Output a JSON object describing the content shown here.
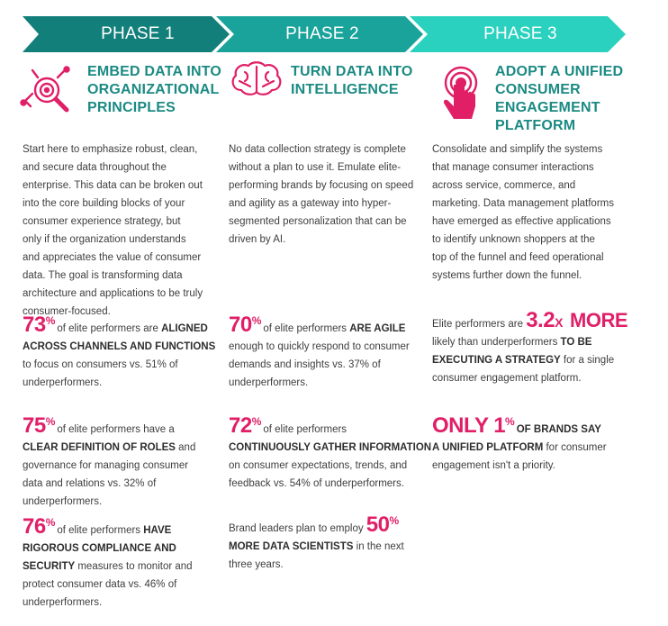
{
  "phases": [
    {
      "label": "PHASE 1",
      "color": "#137f7a"
    },
    {
      "label": "PHASE 2",
      "color": "#1aa39a"
    },
    {
      "label": "PHASE 3",
      "color": "#2ad1be"
    }
  ],
  "accent": "#e01f67",
  "title_color": "#1b8a83",
  "columns": [
    {
      "icon": "target-magnifier-icon",
      "title_lines": [
        "EMBED DATA INTO",
        "ORGANIZATIONAL",
        "PRINCIPLES"
      ],
      "body_lines": [
        "Start here to emphasize robust, clean,",
        "and secure data throughout the",
        "enterprise. This data can be broken out",
        "into the core building blocks of your",
        "consumer experience strategy, but",
        "only if the organization understands",
        "and appreciates the value of consumer",
        "data. The goal is transforming data",
        "architecture and applications to be truly",
        "consumer-focused."
      ],
      "stats": [
        {
          "big": "73",
          "pct": "%",
          "l1_text": "of elite performers are ",
          "l1_caps": "ALIGNED",
          "l2_caps": "ACROSS CHANNELS AND FUNCTIONS",
          "l3": "to focus on consumers vs. 51% of",
          "l4": "underperformers."
        },
        {
          "big": "75",
          "pct": "%",
          "l1_text": "of elite performers have a",
          "l2_caps": "CLEAR DEFINITION OF ROLES",
          "l2_text": " and",
          "l3": "governance for managing consumer",
          "l4": "data and relations vs. 32% of",
          "l5": "underperformers."
        },
        {
          "big": "76",
          "pct": "%",
          "l1_text": "of elite performers ",
          "l1_caps": "HAVE",
          "l2_caps": "RIGOROUS COMPLIANCE AND",
          "l3_caps": "SECURITY",
          "l3_text": " measures to monitor and",
          "l4": "protect consumer data vs. 46% of",
          "l5": "underperformers."
        }
      ]
    },
    {
      "icon": "brain-icon",
      "title_lines": [
        "TURN DATA INTO",
        "INTELLIGENCE"
      ],
      "body_lines": [
        "No data collection strategy is complete",
        "without a plan to use it. Emulate elite-",
        "performing brands by focusing on speed",
        "and agility as a gateway into hyper-",
        "segmented personalization that can be",
        "driven by AI."
      ],
      "stats": [
        {
          "big": "70",
          "pct": "%",
          "l1_text": "of elite performers ",
          "l1_caps": "ARE AGILE",
          "l2": "enough to quickly respond to consumer",
          "l3": "demands and insights vs. 37% of",
          "l4": "underperformers."
        },
        {
          "big": "72",
          "pct": "%",
          "l1_text": "of elite performers",
          "l2_caps": "CONTINUOUSLY GATHER INFORMATION",
          "l3": "on consumer expectations, trends, and",
          "l4": "feedback vs. 54% of underperformers."
        },
        {
          "pre": "Brand leaders plan to employ ",
          "big": "50",
          "pct": "%",
          "l2_caps": "MORE DATA SCIENTISTS",
          "l2_text": " in the next",
          "l3": "three years."
        }
      ]
    },
    {
      "icon": "touch-target-icon",
      "title_lines": [
        "ADOPT A UNIFIED",
        "CONSUMER",
        "ENGAGEMENT",
        "PLATFORM"
      ],
      "body_lines": [
        "Consolidate and simplify the systems",
        "that manage consumer interactions",
        "across service, commerce, and",
        "marketing. Data management platforms",
        "have emerged as effective applications",
        "to identify unknown shoppers at the",
        "top of the funnel and feed operational",
        "systems further down the funnel."
      ],
      "stats": [
        {
          "pre": "Elite performers are ",
          "big": "3.2",
          "x": "X",
          "more": " MORE",
          "l2_text": "likely than underperformers ",
          "l2_caps": "TO BE",
          "l3_caps": "EXECUTING A STRATEGY",
          "l3_text": " for a single",
          "l4": "consumer engagement platform."
        },
        {
          "big_only": "ONLY 1",
          "pct": "%",
          "l1_caps": "OF BRANDS SAY",
          "l2_caps": "A UNIFIED PLATFORM",
          "l2_text": " for consumer",
          "l3": "engagement isn't a priority."
        }
      ]
    }
  ]
}
